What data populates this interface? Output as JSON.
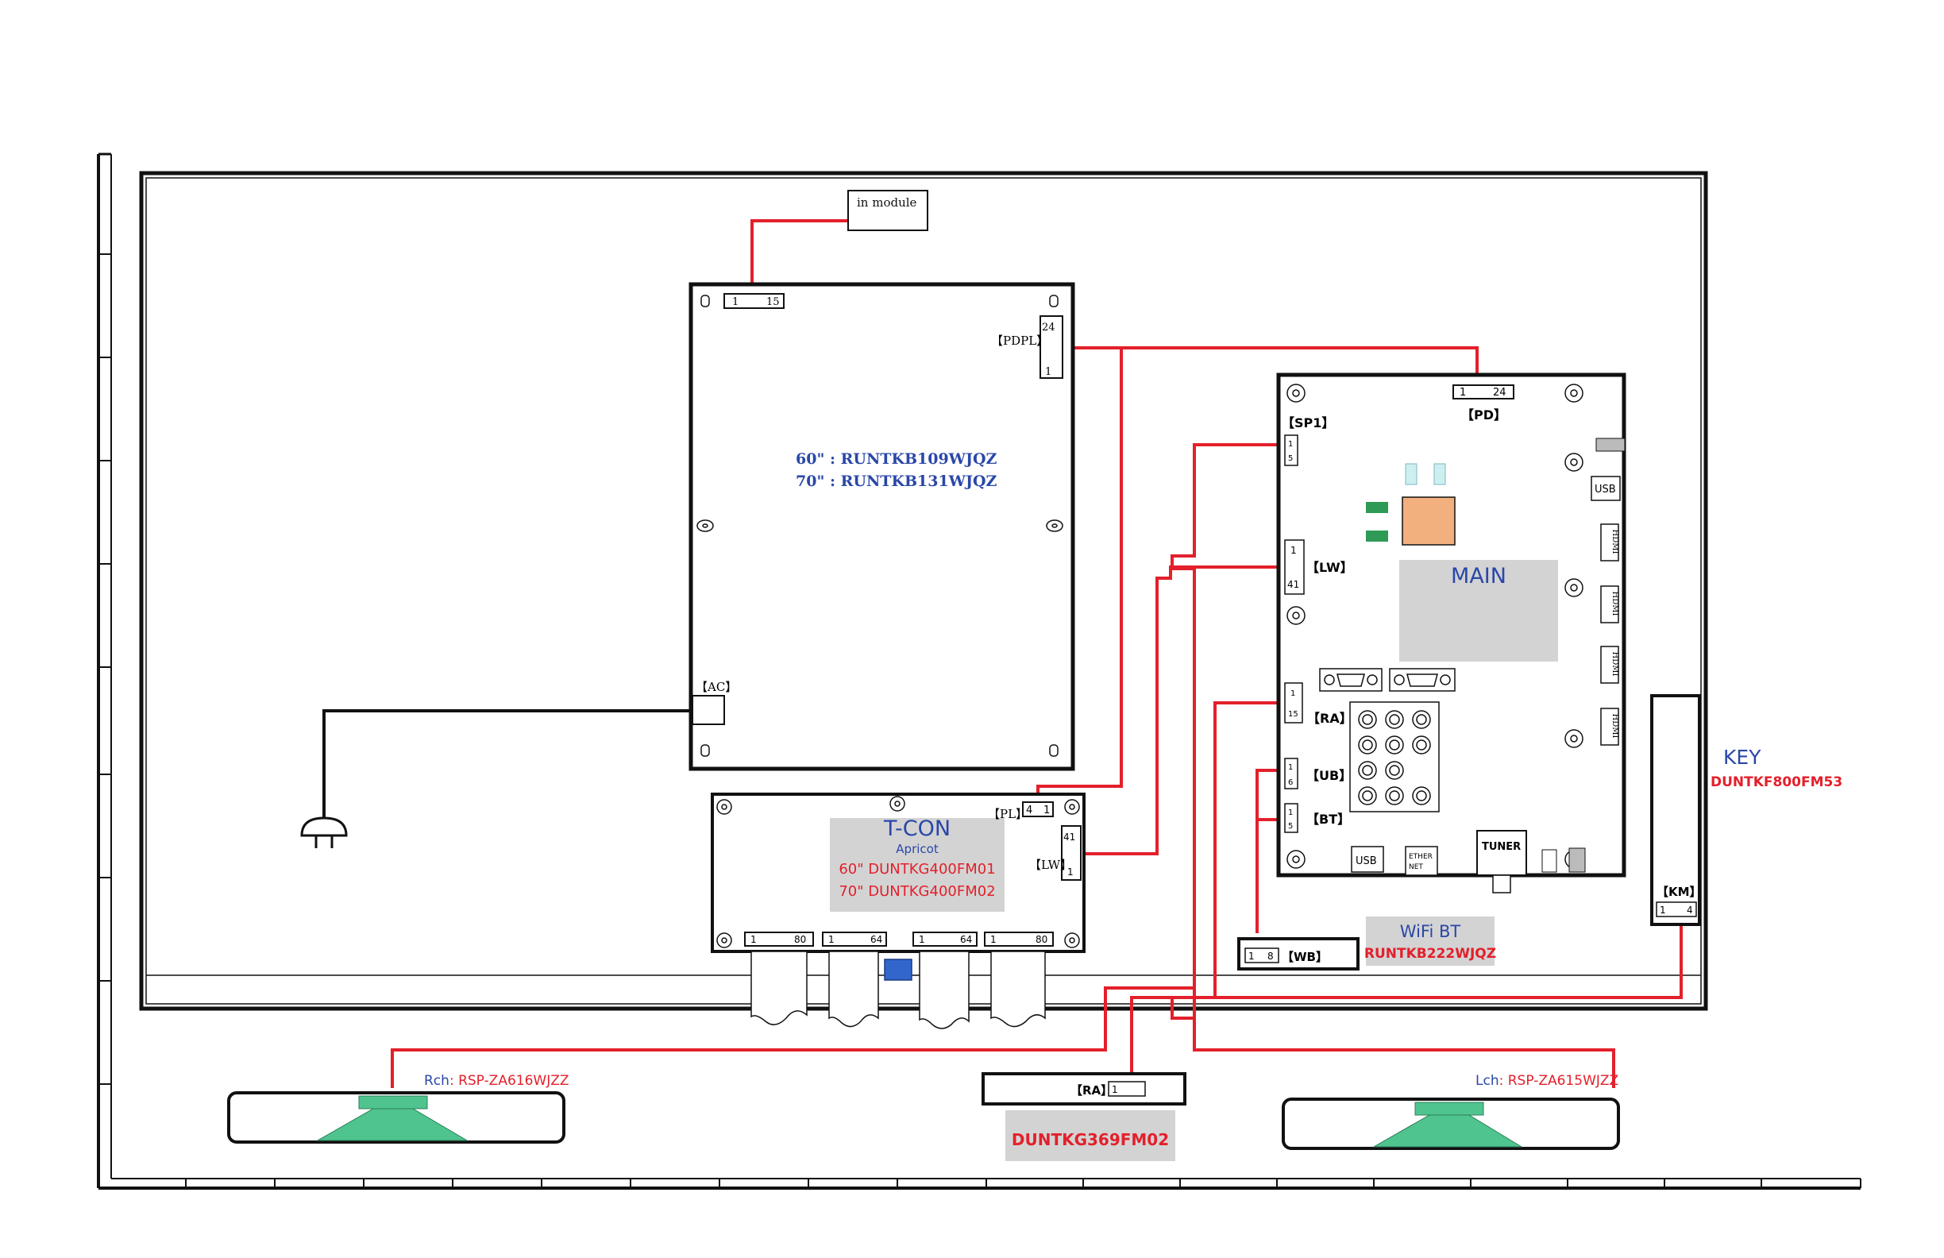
{
  "colors": {
    "wire": "#e3202b",
    "black": "#111111",
    "blue_text": "#2a47a8",
    "red_text": "#e3202b",
    "gray_box": "#d3d3d3",
    "speaker": "#4fc48f",
    "chip": "#f3b07f",
    "chip_green": "#2f9a55",
    "chip_cyan": "#cdeff0",
    "blue_block": "#3366cc"
  },
  "in_module": "in module",
  "power": {
    "conn_top": {
      "a": "1",
      "b": "15"
    },
    "pdpl": {
      "label": "【PDPL】",
      "top": "24",
      "bottom": "1"
    },
    "model_60": "60\" : RUNTKB109WJQZ",
    "model_70": "70\" : RUNTKB131WJQZ",
    "ac_label": "【AC】"
  },
  "tcon": {
    "title": "T-CON",
    "sub": "Apricot",
    "model_60": "60\" DUNTKG400FM01",
    "model_70": "70\" DUNTKG400FM02",
    "pl": {
      "label": "【PL】",
      "a": "4",
      "b": "1"
    },
    "lw": {
      "label": "【LW】",
      "top": "41",
      "bottom": "1"
    },
    "bottom_conns": [
      {
        "a": "1",
        "b": "80"
      },
      {
        "a": "1",
        "b": "64"
      },
      {
        "a": "1",
        "b": "64"
      },
      {
        "a": "1",
        "b": "80"
      }
    ]
  },
  "main": {
    "title": "MAIN",
    "pd": {
      "label": "【PD】",
      "a": "1",
      "b": "24"
    },
    "sp1": {
      "label": "【SP1】",
      "a": "1",
      "b": "5"
    },
    "lw": {
      "label": "【LW】",
      "a": "1",
      "b": "41"
    },
    "ra": {
      "label": "【RA】",
      "a": "1",
      "b": "15"
    },
    "ub": {
      "label": "【UB】",
      "a": "1",
      "b": "6"
    },
    "bt": {
      "label": "【BT】",
      "a": "1",
      "b": "5"
    },
    "usb_side": "USB",
    "hdmi": [
      "HDMI",
      "HDMI",
      "HDMI",
      "HDMI"
    ],
    "usb_bottom": "USB",
    "ether_1": "ETHER",
    "ether_2": "NET",
    "tuner": "TUNER"
  },
  "wifi": {
    "title": "WiFi BT",
    "model": "RUNTKB222WJQZ",
    "conn": {
      "a": "1",
      "b": "8",
      "label": "【WB】"
    }
  },
  "key": {
    "title": "KEY",
    "model": "DUNTKF800FM53",
    "km": {
      "label": "【KM】",
      "a": "1",
      "b": "4"
    }
  },
  "ra_board": {
    "label": "【RA】",
    "pin": "1",
    "model": "DUNTKG369FM02"
  },
  "rch": {
    "prefix": "Rch",
    "model": ": RSP-ZA616WJZZ"
  },
  "lch": {
    "prefix": "Lch",
    "model": ": RSP-ZA615WJZZ"
  }
}
